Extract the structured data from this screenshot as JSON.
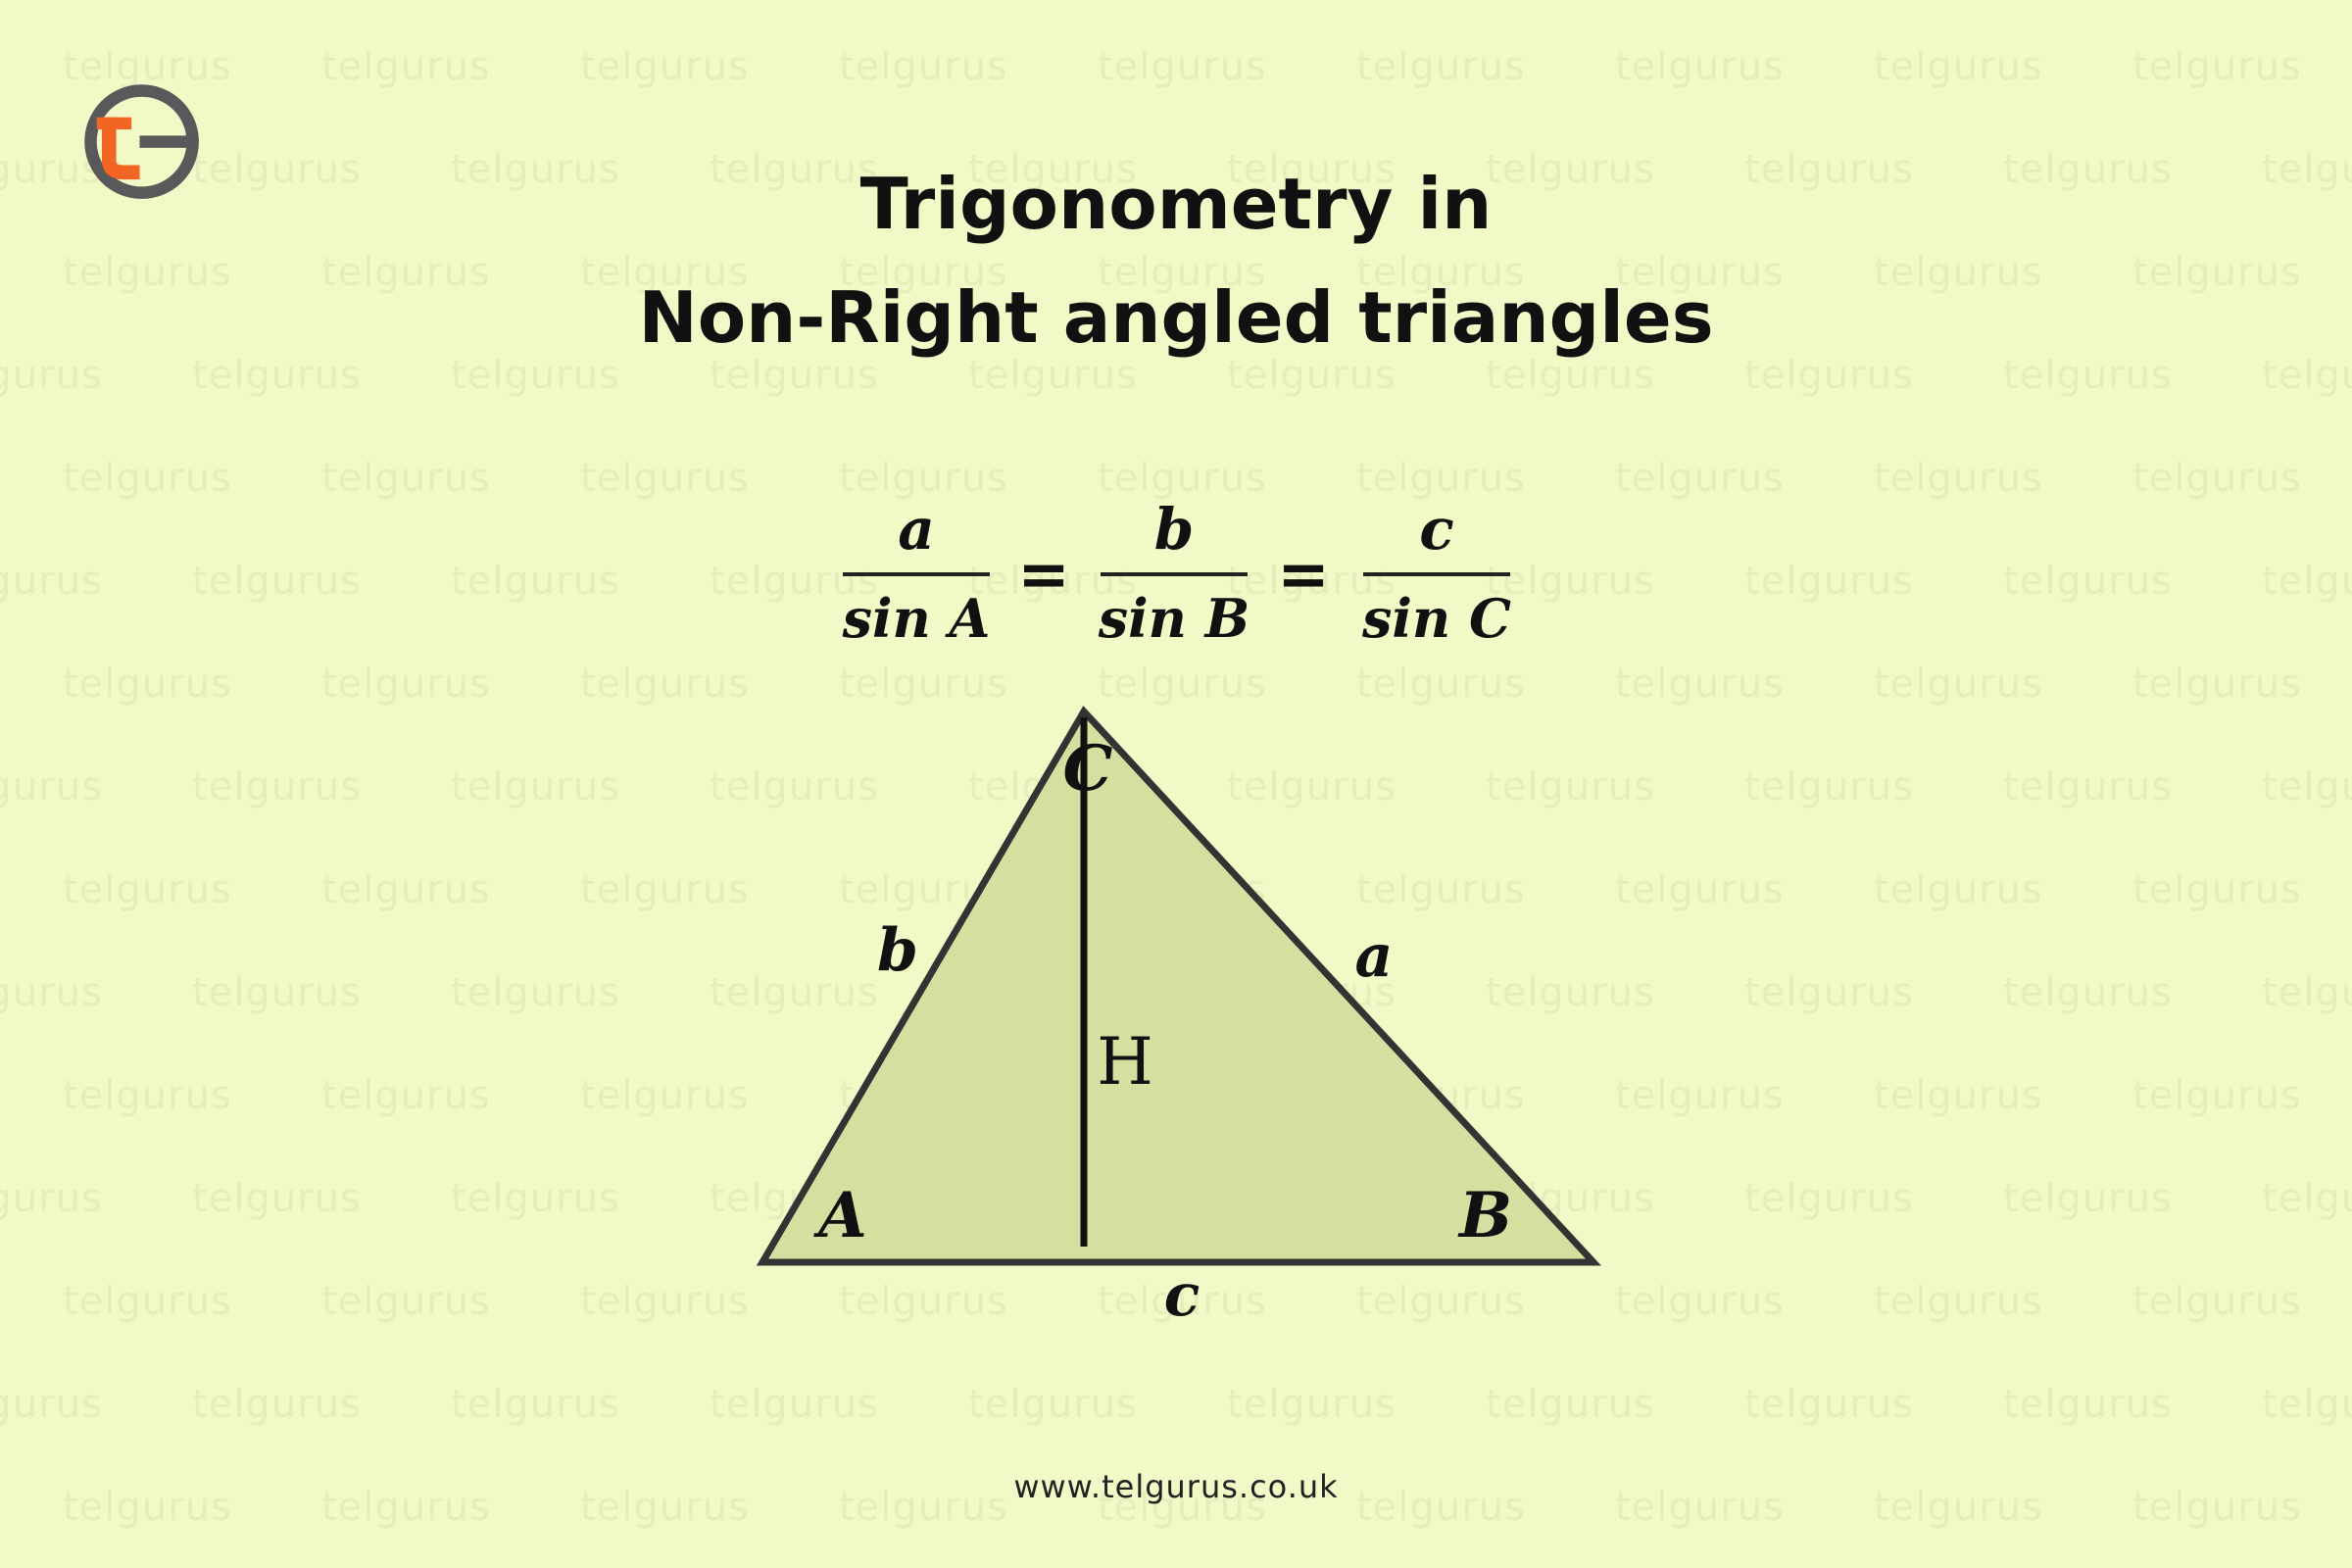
{
  "brand": {
    "watermark_text": "telgurus",
    "logo_colors": {
      "orange": "#f26522",
      "gray": "#58595b"
    }
  },
  "title": {
    "line1": "Trigonometry in",
    "line2": "Non-Right angled triangles"
  },
  "formula": {
    "terms": [
      {
        "num": "a",
        "den": "sin A"
      },
      {
        "num": "b",
        "den": "sin B"
      },
      {
        "num": "c",
        "den": "sin C"
      }
    ],
    "equals": "="
  },
  "triangle": {
    "vertices": {
      "A": "A",
      "B": "B",
      "C": "C"
    },
    "sides": {
      "a": "a",
      "b": "b",
      "c": "c"
    },
    "height_label": "H",
    "fill": "#d4e0a0",
    "stroke": "#333333"
  },
  "footer": {
    "url": "www.telgurus.co.uk"
  }
}
